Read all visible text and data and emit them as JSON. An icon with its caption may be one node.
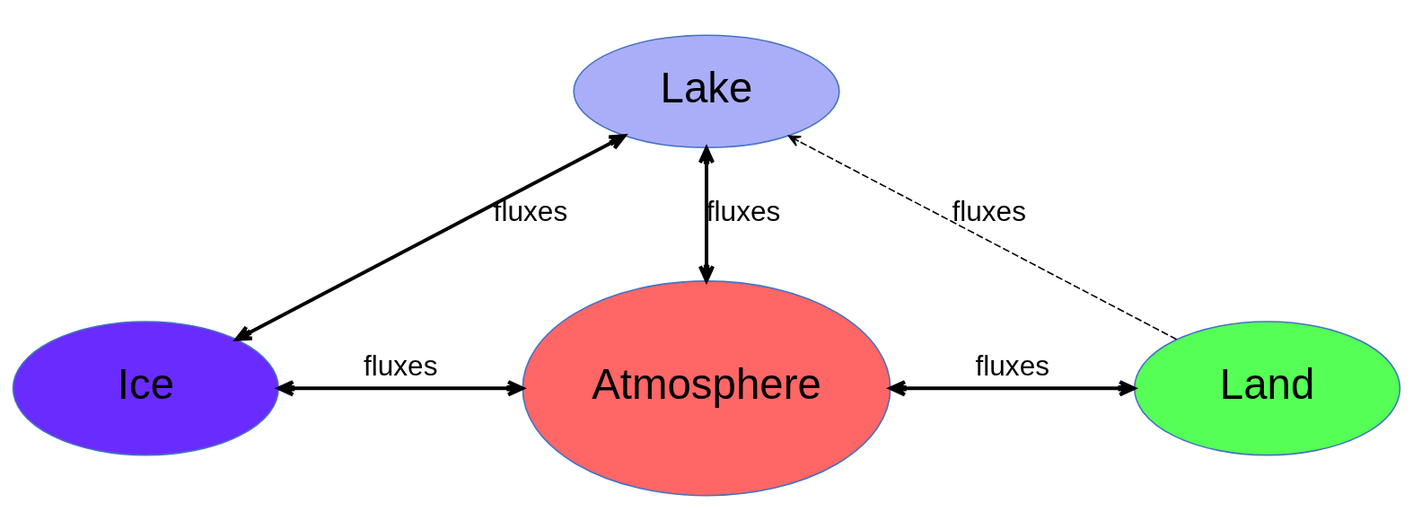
{
  "diagram": {
    "nodes": [
      {
        "text": [
          "Lake"
        ]
      },
      {
        "text": [
          "Ice"
        ]
      },
      {
        "text": [
          "Atmosphere"
        ]
      },
      {
        "text": [
          "Land"
        ]
      }
    ],
    "edges": [
      {
        "from": 0,
        "to": 1,
        "arrow": "both",
        "label": "fluxes"
      },
      {
        "from": 0,
        "to": 2,
        "arrow": "both",
        "label": "fluxes"
      },
      {
        "from": 1,
        "to": 2,
        "arrow": "both",
        "label": "fluxes"
      },
      {
        "from": 2,
        "to": 3,
        "arrow": "both",
        "label": "fluxes"
      },
      {
        "from": 3,
        "to": 0,
        "arrow": "to",
        "label": "fluxes",
        "style": "dashed"
      }
    ]
  }
}
